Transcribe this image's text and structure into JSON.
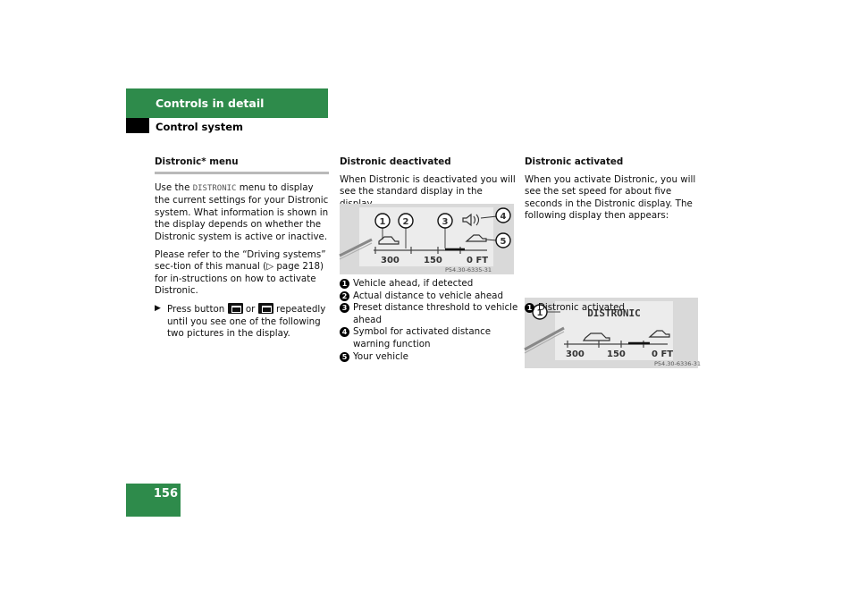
{
  "header": {
    "title": "Controls in detail",
    "subtitle": "Control system"
  },
  "page_number": "156",
  "col1": {
    "heading": "Distronic* menu",
    "p1_pre": "Use the ",
    "p1_code": "DISTRONIC",
    "p1_post": " menu to display the current settings for your Distronic system. What information is shown in the display depends on whether the Distronic system is active or inactive.",
    "p2_pre": "Please refer to the “Driving systems” sec-tion of this manual (",
    "p2_arrow": "▷",
    "p2_post": " page 218) for in-structions on how to activate Distronic.",
    "bullet_pre": "Press button ",
    "bullet_mid": " or ",
    "bullet_post": " repeatedly until you see one of the following two pictures in the display."
  },
  "col2": {
    "heading": "Distronic deactivated",
    "intro": "When Distronic is deactivated you will see the standard display in the display.",
    "figure": {
      "code": "P54.30-6335-31",
      "ticks": [
        "300",
        "150",
        "0 FT"
      ],
      "callouts": [
        "1",
        "2",
        "3",
        "4",
        "5"
      ]
    },
    "legend": [
      {
        "num": "1",
        "text": "Vehicle ahead, if detected"
      },
      {
        "num": "2",
        "text": "Actual distance to vehicle ahead"
      },
      {
        "num": "3",
        "text": "Preset distance threshold to vehicle ahead"
      },
      {
        "num": "4",
        "text": "Symbol for activated distance warning function"
      },
      {
        "num": "5",
        "text": "Your vehicle"
      }
    ]
  },
  "col3": {
    "heading": "Distronic activated",
    "intro": "When you activate Distronic, you will see the set speed for about five seconds in the Distronic display. The following display then appears:",
    "figure": {
      "code": "P54.30-6336-31",
      "screen_title": "DISTRONIC",
      "ticks": [
        "300",
        "150",
        "0 FT"
      ],
      "callouts": [
        "1"
      ]
    },
    "legend": [
      {
        "num": "1",
        "text": "Distronic activated"
      }
    ]
  }
}
